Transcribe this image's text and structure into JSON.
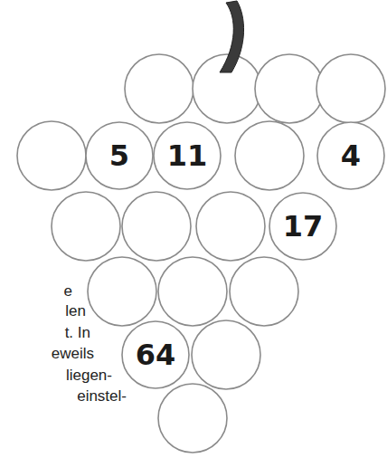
{
  "diagram": {
    "nodes": [
      {
        "text": [
          "5"
        ]
      },
      {
        "text": [
          "11"
        ]
      },
      {
        "text": [
          "4"
        ]
      },
      {
        "text": [
          "17"
        ]
      },
      {
        "text": [
          "64"
        ]
      }
    ],
    "labels": [
      "e",
      "len",
      "t. In",
      "eweils",
      "liegen-",
      "einstel-"
    ]
  }
}
